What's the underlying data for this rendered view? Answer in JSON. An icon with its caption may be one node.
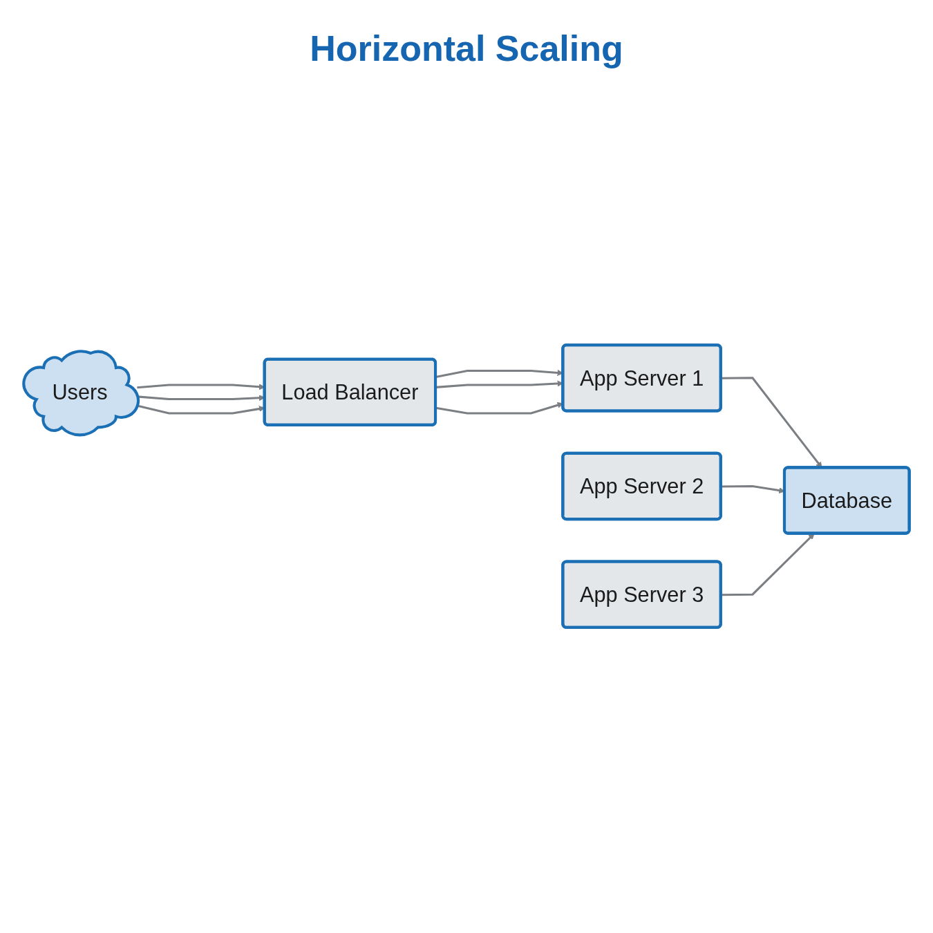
{
  "diagram": {
    "title": "Horizontal Scaling",
    "nodes": [
      {
        "text": [
          "Users"
        ]
      },
      {
        "text": [
          "Load Balancer"
        ]
      },
      {
        "text": [
          "App Server 1"
        ]
      },
      {
        "text": [
          "App Server 2"
        ]
      },
      {
        "text": [
          "App Server 3"
        ]
      },
      {
        "text": [
          "Database"
        ]
      }
    ],
    "edges": [
      {
        "from": 0,
        "to": 1,
        "arrow": "to"
      },
      {
        "from": 0,
        "to": 1,
        "arrow": "to"
      },
      {
        "from": 0,
        "to": 1,
        "arrow": "to"
      },
      {
        "from": 1,
        "to": 2,
        "arrow": "to"
      },
      {
        "from": 1,
        "to": 2,
        "arrow": "to"
      },
      {
        "from": 1,
        "to": 2,
        "arrow": "to"
      },
      {
        "from": 2,
        "to": 5,
        "arrow": "to"
      },
      {
        "from": 3,
        "to": 5,
        "arrow": "to"
      },
      {
        "from": 4,
        "to": 5,
        "arrow": "to"
      }
    ]
  }
}
